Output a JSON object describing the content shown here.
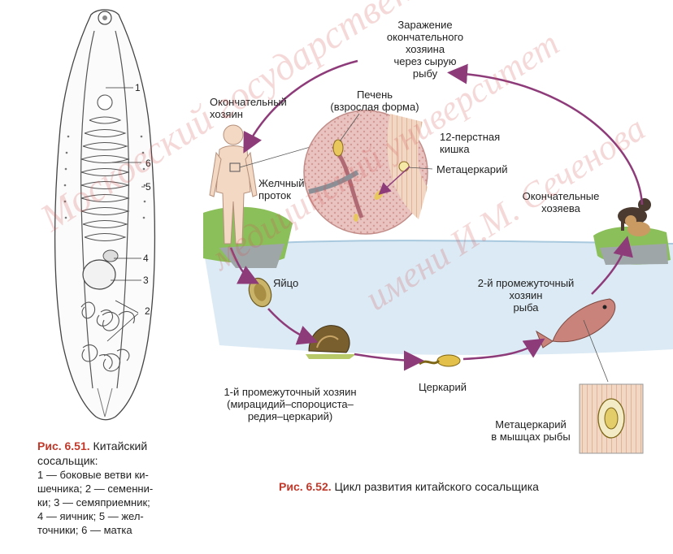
{
  "fig51": {
    "labels": {
      "n1": "1",
      "n2": "2",
      "n3": "3",
      "n4": "4",
      "n5": "5",
      "n6": "6"
    },
    "caption": {
      "title": "Рис. 6.51.",
      "title_rest": " Китайский",
      "line2": "сосальщик:",
      "line3": "1 — боковые ветви ки-",
      "line4": "шечника; 2 — семенни-",
      "line5": "ки; 3 — семяприемник;",
      "line6": "4 — яичник; 5 — жел-",
      "line7": "точники; 6 — матка"
    }
  },
  "fig52": {
    "infection": [
      "Заражение",
      "окончательного",
      "хозяина",
      "через сырую",
      "рыбу"
    ],
    "final_host": [
      "Окончательный",
      "хозяин"
    ],
    "liver": [
      "Печень",
      "(взрослая форма)"
    ],
    "duodenum": [
      "12-перстная",
      "кишка"
    ],
    "metacercaria": "Метацеркарий",
    "bile_duct": [
      "Желчный",
      "проток"
    ],
    "final_hosts": [
      "Окончательные",
      "хозяева"
    ],
    "egg": "Яйцо",
    "second_host": [
      "2-й промежуточный",
      "хозяин",
      "рыба"
    ],
    "first_host": [
      "1-й промежуточный хозяин",
      "(мирацидий–спороциста–",
      "редия–церкарий)"
    ],
    "cercaria": "Церкарий",
    "metacercaria_fish": [
      "Метацеркарий",
      "в мышцах рыбы"
    ],
    "caption": {
      "title": "Рис. 6.52.",
      "rest": " Цикл развития китайского сосальщика"
    }
  },
  "watermark": {
    "line1": "Московский государственный",
    "line2": "медицинский университет",
    "line3": "имени И.М. Сеченова"
  },
  "colors": {
    "accent": "#c0392b",
    "cycle_arrow": "#8e3b7a",
    "water": "#cfe3f0",
    "grass": "#8bbf5a"
  }
}
